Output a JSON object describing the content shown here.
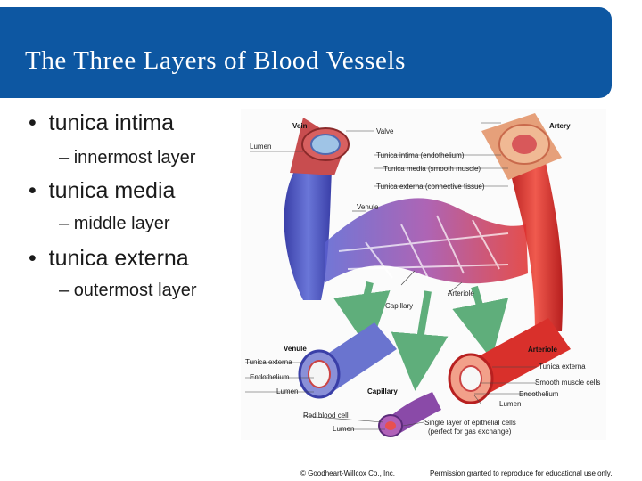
{
  "slide": {
    "title": "The Three Layers of Blood Vessels",
    "bullets": [
      {
        "text": "tunica intima",
        "sub": "innermost layer"
      },
      {
        "text": "tunica media",
        "sub": "middle layer"
      },
      {
        "text": "tunica externa",
        "sub": "outermost layer"
      }
    ],
    "bullet_symbol": "•",
    "dash_symbol": "–"
  },
  "figure": {
    "labels": {
      "vein": "Vein",
      "artery": "Artery",
      "valve": "Valve",
      "lumen_top": "Lumen",
      "tunica_intima": "Tunica intima (endothelium)",
      "tunica_media": "Tunica media (smooth muscle)",
      "tunica_externa_top": "Tunica externa (connective tissue)",
      "venule_top": "Venule",
      "arteriole_top": "Arteriole",
      "capillary_top": "Capillary",
      "venule": "Venule",
      "venule_externa": "Tunica externa",
      "venule_endothelium": "Endothelium",
      "venule_lumen": "Lumen",
      "arteriole": "Arteriole",
      "arteriole_externa": "Tunica externa",
      "arteriole_smooth": "Smooth muscle cells",
      "arteriole_endothelium": "Endothelium",
      "arteriole_lumen": "Lumen",
      "capillary": "Capillary",
      "red_blood_cell": "Red blood cell",
      "capillary_lumen": "Lumen",
      "single_layer": "Single layer of epithelial cells",
      "gas_exchange": "(perfect for gas exchange)"
    },
    "colors": {
      "vein": "#5561c9",
      "artery": "#e0302e",
      "arrow": "#5fae7b"
    }
  },
  "credits": {
    "left": "© Goodheart-Willcox Co., Inc.",
    "right": "Permission granted to reproduce for educational use only."
  }
}
